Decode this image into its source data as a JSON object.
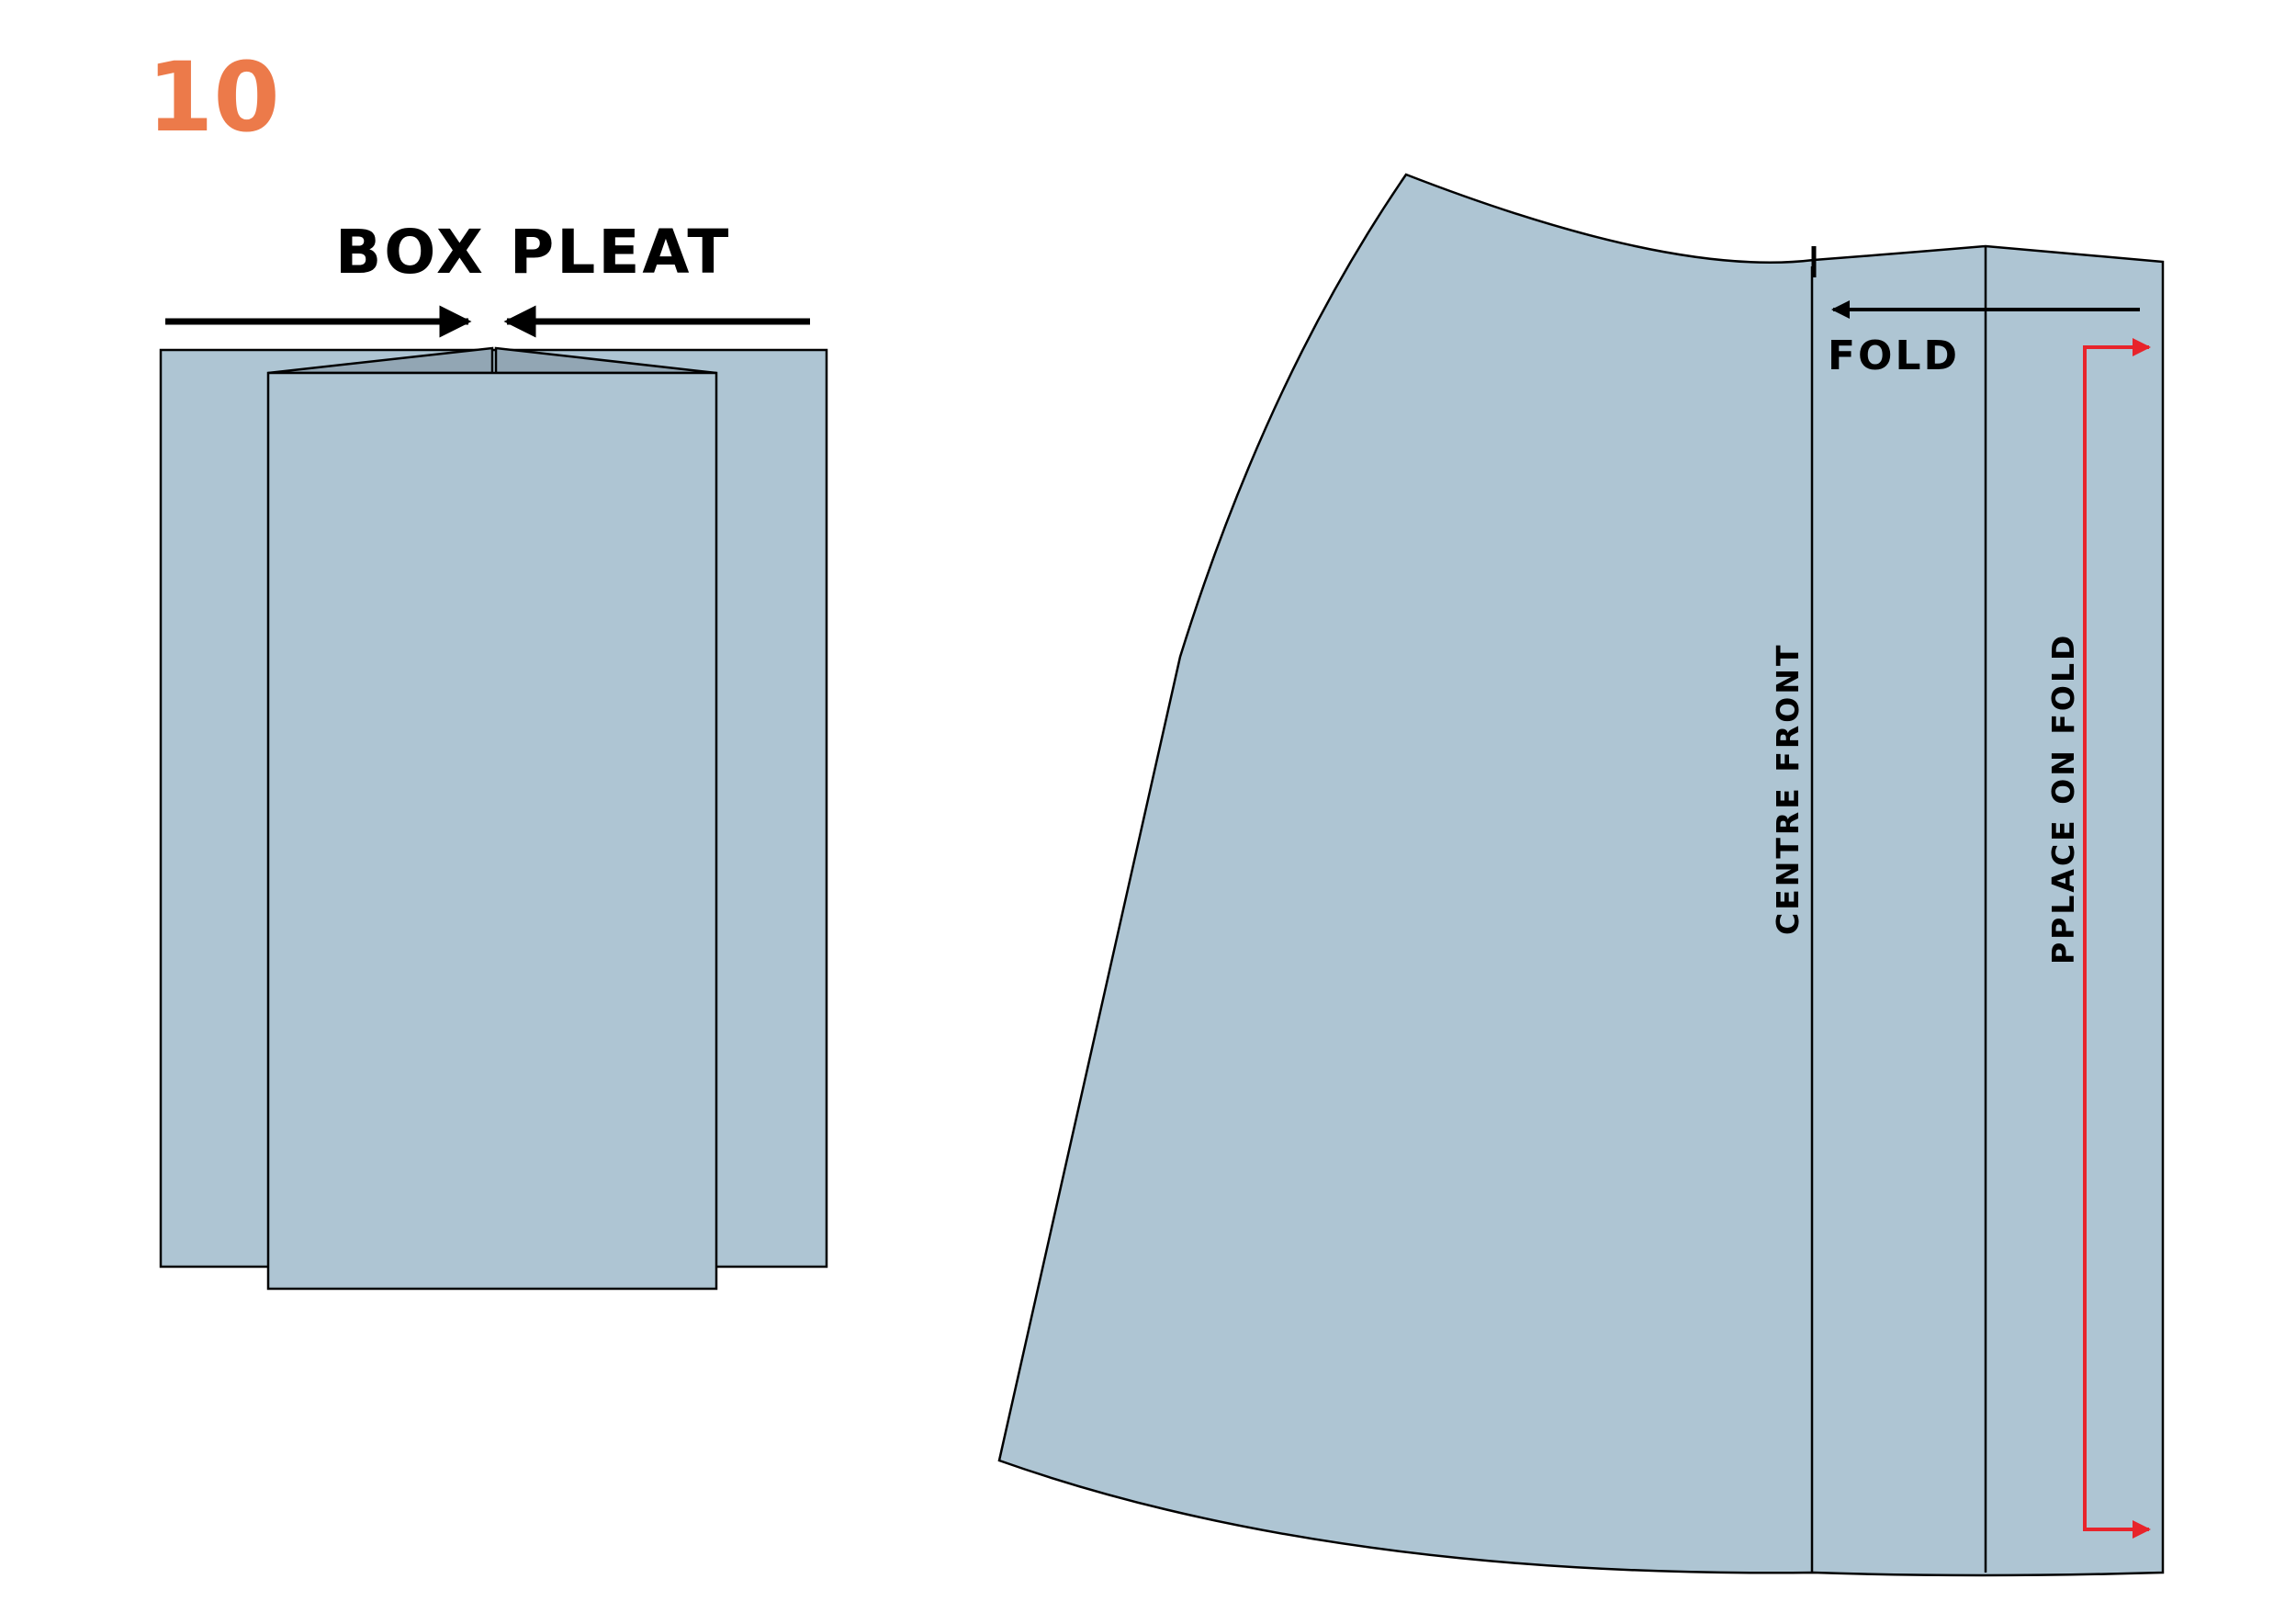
{
  "step_number": "10",
  "colors": {
    "step_number": "#ec7a4a",
    "fabric": "#aec5d3",
    "fabric_fold": "#92a6b4",
    "outline": "#000000",
    "grainline": "#e8242b"
  },
  "box_pleat": {
    "title": "BOX PLEAT"
  },
  "skirt": {
    "fold_label": "FOLD",
    "centre_front_label": "CENTRE FRONT",
    "place_on_fold_label": "PPLACE ON FOLD"
  }
}
